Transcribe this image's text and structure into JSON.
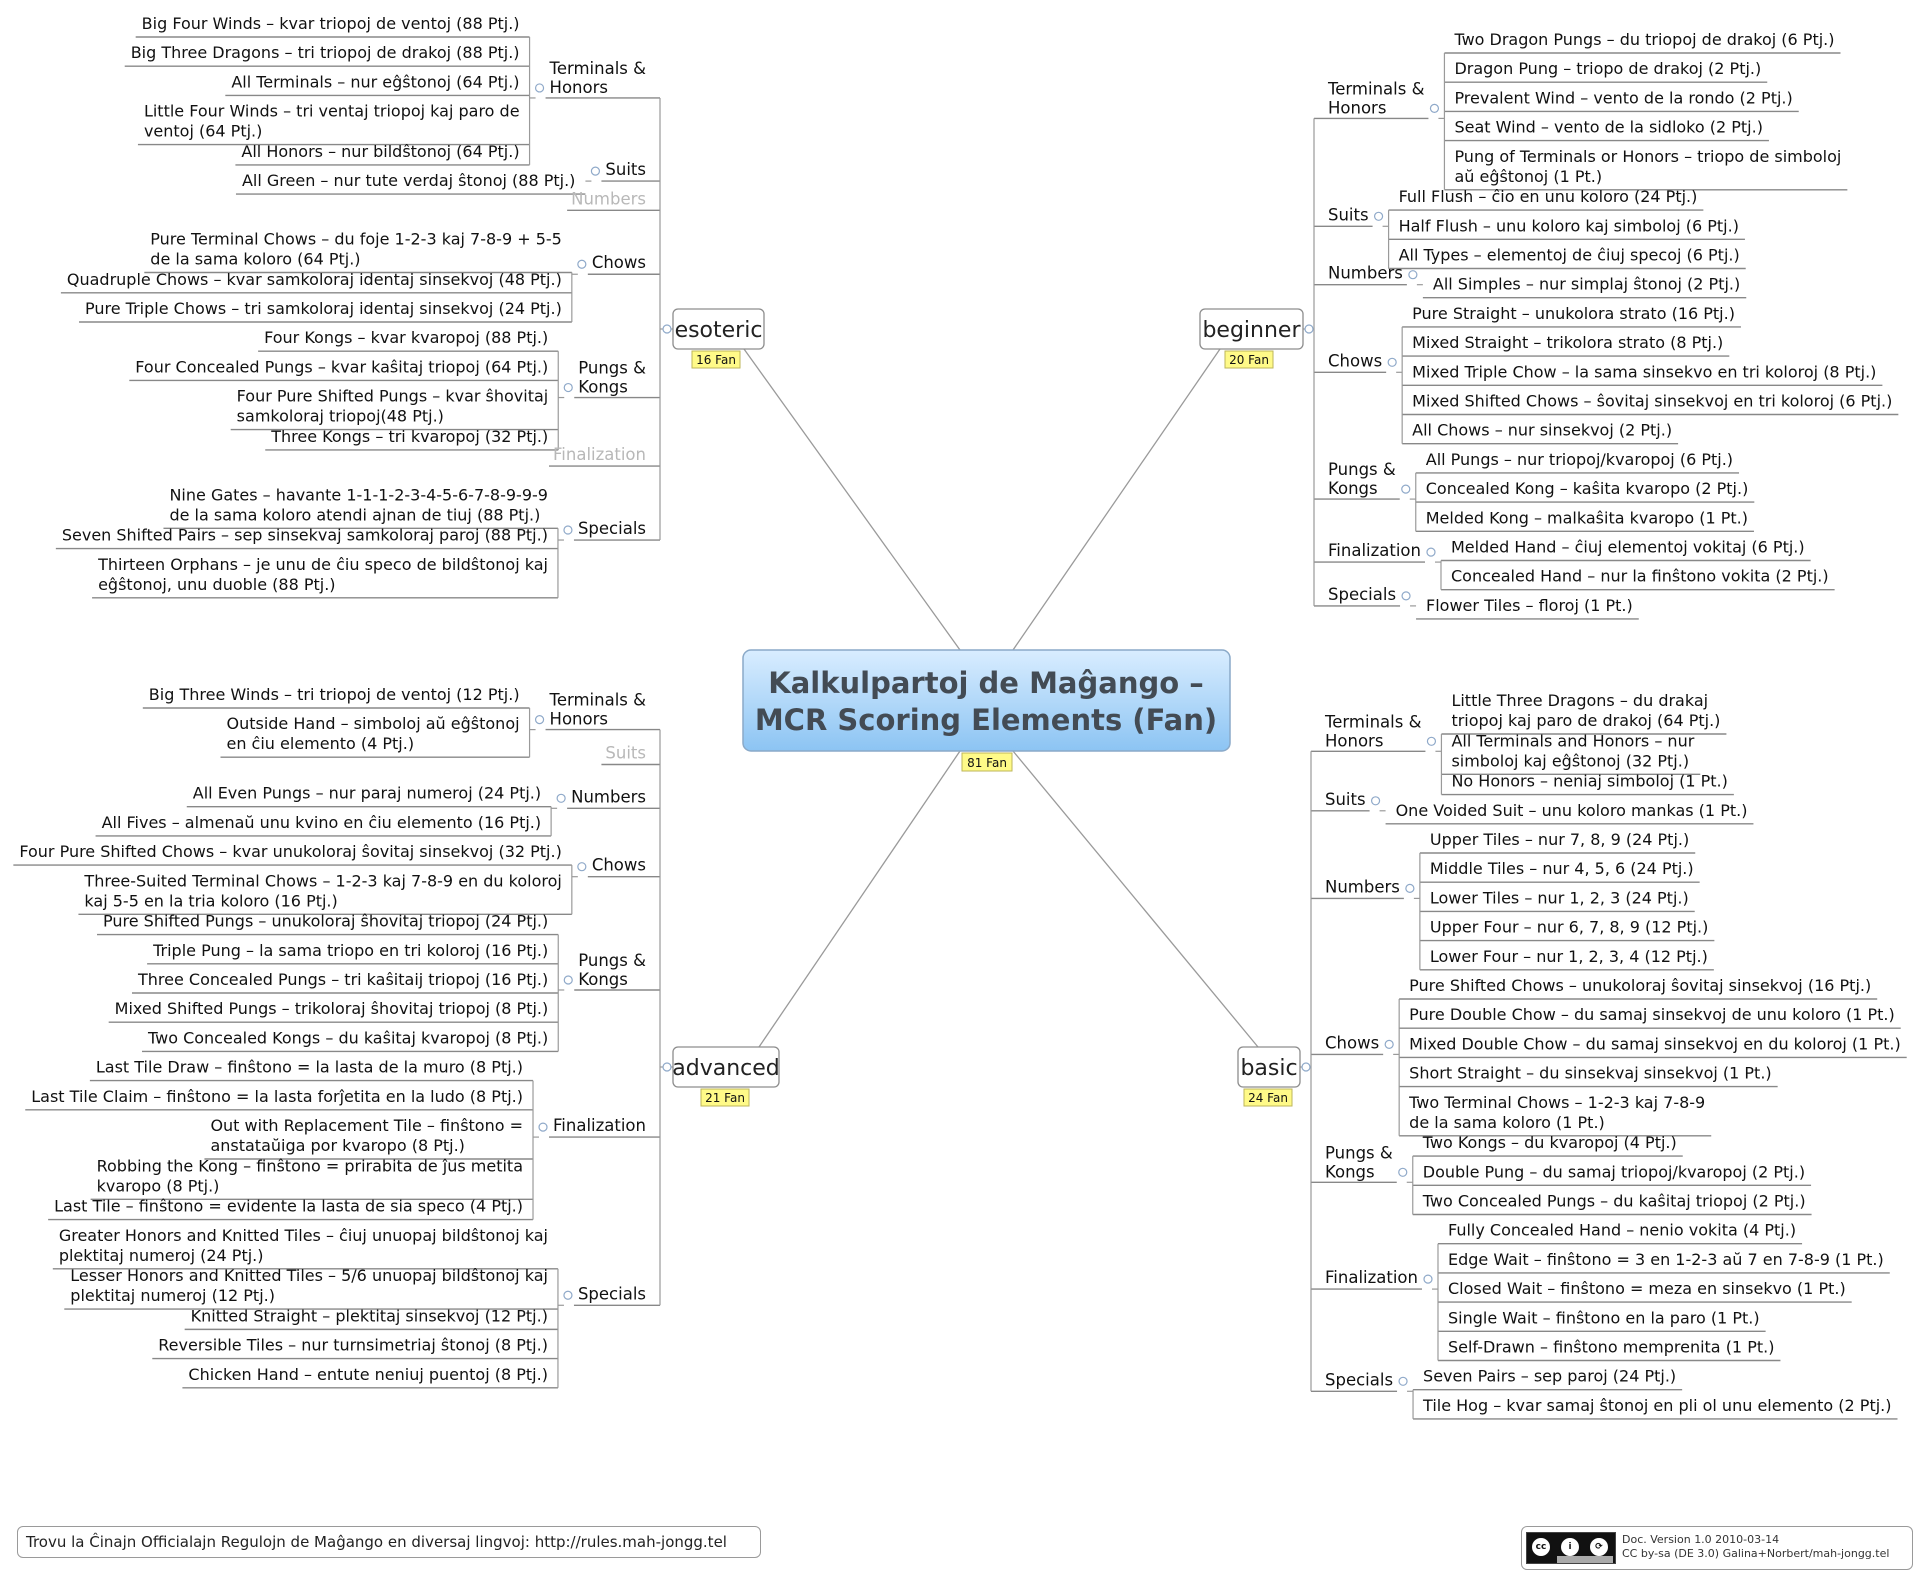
{
  "center": {
    "lines": [
      "Kalkulpartoj de Maĝango –",
      "MCR Scoring Elements (Fan)"
    ],
    "fan": "81 Fan"
  },
  "branches": [
    {
      "key": "esoteric",
      "label": "esoteric",
      "fan": "16 Fan",
      "side": "left",
      "categories": [
        {
          "label": [
            "Terminals &",
            "Honors"
          ],
          "items": [
            [
              "Big Four Winds – kvar triopoj de ventoj (88 Ptj.)"
            ],
            [
              "Big Three Dragons – tri triopoj de drakoj (88 Ptj.)"
            ],
            [
              "All Terminals – nur eĝŝtonoj (64 Ptj.)"
            ],
            [
              "Little Four Winds – tri ventaj triopoj kaj paro de",
              "ventoj (64 Ptj.)"
            ],
            [
              "All Honors – nur bildŝtonoj (64 Ptj.)"
            ]
          ]
        },
        {
          "label": [
            "Suits"
          ],
          "items": [
            [
              "All Green – nur tute verdaj ŝtonoj (88 Ptj.)"
            ]
          ]
        },
        {
          "label": [
            "Numbers"
          ],
          "light": true,
          "items": []
        },
        {
          "label": [
            "Chows"
          ],
          "items": [
            [
              "Pure Terminal Chows – du foje 1-2-3 kaj 7-8-9 + 5-5",
              "de la sama koloro (64 Ptj.)"
            ],
            [
              "Quadruple Chows – kvar samkoloraj identaj sinsekvoj (48 Ptj.)"
            ],
            [
              "Pure Triple Chows – tri samkoloraj identaj sinsekvoj (24 Ptj.)"
            ]
          ]
        },
        {
          "label": [
            "Pungs &",
            "Kongs"
          ],
          "items": [
            [
              "Four Kongs – kvar kvaropoj (88 Ptj.)"
            ],
            [
              "Four Concealed Pungs – kvar kaŝitaj triopoj (64 Ptj.)"
            ],
            [
              "Four Pure Shifted Pungs – kvar ŝhovitaj",
              "samkoloraj triopoj(48 Ptj.)"
            ],
            [
              "Three Kongs – tri kvaropoj (32 Ptj.)"
            ]
          ]
        },
        {
          "label": [
            "Finalization"
          ],
          "light": true,
          "items": []
        },
        {
          "label": [
            "Specials"
          ],
          "items": [
            [
              "Nine Gates – havante 1-1-1-2-3-4-5-6-7-8-9-9-9",
              "de la sama koloro atendi ajnan de tiuj (88 Ptj.)"
            ],
            [
              "Seven Shifted Pairs – sep sinsekvaj samkoloraj paroj (88 Ptj.)"
            ],
            [
              "Thirteen Orphans – je unu de ĉiu speco de bildŝtonoj kaj",
              "eĝŝtonoj, unu duoble (88 Ptj.)"
            ]
          ]
        }
      ]
    },
    {
      "key": "advanced",
      "label": "advanced",
      "fan": "21 Fan",
      "side": "left",
      "categories": [
        {
          "label": [
            "Terminals &",
            "Honors"
          ],
          "items": [
            [
              "Big Three Winds – tri triopoj de ventoj (12 Ptj.)"
            ],
            [
              "Outside Hand – simboloj aŭ eĝŝtonoj",
              "en ĉiu elemento (4 Ptj.)"
            ]
          ]
        },
        {
          "label": [
            "Suits"
          ],
          "light": true,
          "items": []
        },
        {
          "label": [
            "Numbers"
          ],
          "items": [
            [
              "All Even Pungs – nur paraj numeroj (24 Ptj.)"
            ],
            [
              "All Fives – almenaŭ unu kvino en ĉiu elemento (16 Ptj.)"
            ]
          ]
        },
        {
          "label": [
            "Chows"
          ],
          "items": [
            [
              "Four Pure Shifted Chows – kvar unukoloraj ŝovitaj sinsekvoj (32 Ptj.)"
            ],
            [
              "Three-Suited Terminal Chows – 1-2-3 kaj 7-8-9 en du koloroj",
              "kaj 5-5 en la tria koloro (16 Ptj.)"
            ]
          ]
        },
        {
          "label": [
            "Pungs &",
            "Kongs"
          ],
          "items": [
            [
              "Pure Shifted Pungs – unukoloraj ŝhovitaj triopoj (24 Ptj.)"
            ],
            [
              "Triple Pung – la sama triopo en tri koloroj (16 Ptj.)"
            ],
            [
              "Three Concealed Pungs – tri kaŝitaij triopoj (16 Ptj.)"
            ],
            [
              "Mixed Shifted Pungs – trikoloraj ŝhovitaj triopoj (8 Ptj.)"
            ],
            [
              "Two Concealed Kongs – du kaŝitaj kvaropoj (8 Ptj.)"
            ]
          ]
        },
        {
          "label": [
            "Finalization"
          ],
          "items": [
            [
              "Last Tile Draw – finŝtono = la lasta de la muro (8 Ptj.)"
            ],
            [
              "Last Tile Claim – finŝtono = la lasta forĵetita en la ludo (8 Ptj.)"
            ],
            [
              "Out with Replacement Tile – finŝtono =",
              "anstataŭiga por kvaropo (8 Ptj.)"
            ],
            [
              "Robbing the Kong – finŝtono = prirabita de ĵus metita",
              "kvaropo (8 Ptj.)"
            ],
            [
              "Last Tile – finŝtono = evidente la lasta de sia speco (4 Ptj.)"
            ]
          ]
        },
        {
          "label": [
            "Specials"
          ],
          "items": [
            [
              "Greater Honors and Knitted Tiles – ĉiuj unuopaj bildŝtonoj kaj",
              "plektitaj numeroj (24 Ptj.)"
            ],
            [
              "Lesser Honors and Knitted Tiles – 5/6 unuopaj bildŝtonoj kaj",
              "plektitaj numeroj (12 Ptj.)"
            ],
            [
              "Knitted Straight – plektitaj sinsekvoj (12 Ptj.)"
            ],
            [
              "Reversible Tiles – nur turnsimetriaj ŝtonoj (8 Ptj.)"
            ],
            [
              "Chicken Hand – entute neniuj puentoj (8 Ptj.)"
            ]
          ]
        }
      ]
    },
    {
      "key": "beginner",
      "label": "beginner",
      "fan": "20 Fan",
      "side": "right",
      "categories": [
        {
          "label": [
            "Terminals &",
            "Honors"
          ],
          "items": [
            [
              "Two Dragon Pungs – du triopoj de drakoj (6 Ptj.)"
            ],
            [
              "Dragon Pung – triopo de drakoj (2 Ptj.)"
            ],
            [
              "Prevalent Wind – vento de la rondo (2 Ptj.)"
            ],
            [
              "Seat Wind – vento de la sidloko (2 Ptj.)"
            ],
            [
              "Pung of Terminals or Honors – triopo de simboloj",
              "aŭ eĝŝtonoj (1 Pt.)"
            ]
          ]
        },
        {
          "label": [
            "Suits"
          ],
          "items": [
            [
              "Full Flush – ĉio en unu koloro (24 Ptj.)"
            ],
            [
              "Half Flush – unu koloro kaj simboloj (6 Ptj.)"
            ],
            [
              "All Types – elementoj de ĉiuj specoj (6 Ptj.)"
            ]
          ]
        },
        {
          "label": [
            "Numbers"
          ],
          "items": [
            [
              "All Simples – nur simplaj ŝtonoj (2 Ptj.)"
            ]
          ]
        },
        {
          "label": [
            "Chows"
          ],
          "items": [
            [
              "Pure Straight – unukolora strato (16 Ptj.)"
            ],
            [
              "Mixed Straight – trikolora strato (8 Ptj.)"
            ],
            [
              "Mixed Triple Chow – la sama sinsekvo en tri koloroj (8 Ptj.)"
            ],
            [
              "Mixed Shifted Chows – ŝovitaj sinsekvoj en tri koloroj (6 Ptj.)"
            ],
            [
              "All Chows – nur sinsekvoj (2 Ptj.)"
            ]
          ]
        },
        {
          "label": [
            "Pungs &",
            "Kongs"
          ],
          "items": [
            [
              "All Pungs – nur triopoj/kvaropoj (6 Ptj.)"
            ],
            [
              "Concealed Kong – kaŝita kvaropo (2 Ptj.)"
            ],
            [
              "Melded Kong – malkaŝita kvaropo (1 Pt.)"
            ]
          ]
        },
        {
          "label": [
            "Finalization"
          ],
          "items": [
            [
              "Melded Hand – ĉiuj elementoj vokitaj (6 Ptj.)"
            ],
            [
              "Concealed Hand – nur la finŝtono vokita (2 Ptj.)"
            ]
          ]
        },
        {
          "label": [
            "Specials"
          ],
          "items": [
            [
              "Flower Tiles – floroj (1 Pt.)"
            ]
          ]
        }
      ]
    },
    {
      "key": "basic",
      "label": "basic",
      "fan": "24 Fan",
      "side": "right",
      "categories": [
        {
          "label": [
            "Terminals &",
            "Honors"
          ],
          "items": [
            [
              "Little Three Dragons – du drakaj",
              "triopoj kaj paro de drakoj (64 Ptj.)"
            ],
            [
              "All Terminals and Honors – nur",
              "simboloj kaj eĝŝtonoj (32 Ptj.)"
            ],
            [
              "No Honors – neniaj simboloj (1 Pt.)"
            ]
          ]
        },
        {
          "label": [
            "Suits"
          ],
          "items": [
            [
              "One Voided Suit – unu koloro mankas (1 Pt.)"
            ]
          ]
        },
        {
          "label": [
            "Numbers"
          ],
          "items": [
            [
              "Upper Tiles – nur 7, 8, 9 (24 Ptj.)"
            ],
            [
              "Middle Tiles – nur 4, 5, 6 (24 Ptj.)"
            ],
            [
              "Lower Tiles – nur 1, 2, 3 (24 Ptj.)"
            ],
            [
              "Upper Four – nur 6, 7, 8, 9 (12 Ptj.)"
            ],
            [
              "Lower Four – nur 1, 2, 3, 4 (12 Ptj.)"
            ]
          ]
        },
        {
          "label": [
            "Chows"
          ],
          "items": [
            [
              "Pure Shifted Chows – unukoloraj ŝovitaj sinsekvoj (16 Ptj.)"
            ],
            [
              "Pure Double Chow – du samaj sinsekvoj de unu koloro (1 Pt.)"
            ],
            [
              "Mixed Double Chow – du samaj sinsekvoj en du koloroj (1 Pt.)"
            ],
            [
              "Short Straight – du sinsekvaj sinsekvoj (1 Pt.)"
            ],
            [
              "Two Terminal Chows – 1-2-3 kaj 7-8-9",
              "de la sama koloro  (1 Pt.)"
            ]
          ]
        },
        {
          "label": [
            "Pungs &",
            "Kongs"
          ],
          "items": [
            [
              "Two Kongs – du kvaropoj (4 Ptj.)"
            ],
            [
              "Double Pung – du samaj triopoj/kvaropoj (2 Ptj.)"
            ],
            [
              "Two Concealed Pungs – du kaŝitaj triopoj (2 Ptj.)"
            ]
          ]
        },
        {
          "label": [
            "Finalization"
          ],
          "items": [
            [
              "Fully Concealed Hand – nenio vokita (4 Ptj.)"
            ],
            [
              "Edge Wait – finŝtono = 3 en 1-2-3 aŭ 7 en 7-8-9 (1 Pt.)"
            ],
            [
              "Closed Wait – finŝtono = meza en sinsekvo (1 Pt.)"
            ],
            [
              "Single Wait – finŝtono en la paro (1 Pt.)"
            ],
            [
              "Self-Drawn – finŝtono memprenita (1 Pt.)"
            ]
          ]
        },
        {
          "label": [
            "Specials"
          ],
          "items": [
            [
              "Seven Pairs – sep paroj (24 Ptj.)"
            ],
            [
              "Tile Hog – kvar samaj ŝtonoj en pli ol unu elemento (2 Ptj.)"
            ]
          ]
        }
      ]
    }
  ],
  "footer": {
    "info": "Trovu la Ĉinajn Officialajn Regulojn de Maĝango en diversaj lingvoj: http://rules.mah-jongg.tel",
    "version": "Doc. Version 1.0 2010-03-14",
    "license": "CC by-sa (DE 3.0) Galina+Norbert/mah-jongg.tel",
    "badge": "cc-by-sa-icon"
  },
  "colors": {
    "central_top": "#d6ebff",
    "central_bottom": "#8ec5f4",
    "fan_badge": "#fffa88",
    "collapse_dot": "#8fa9c9"
  }
}
